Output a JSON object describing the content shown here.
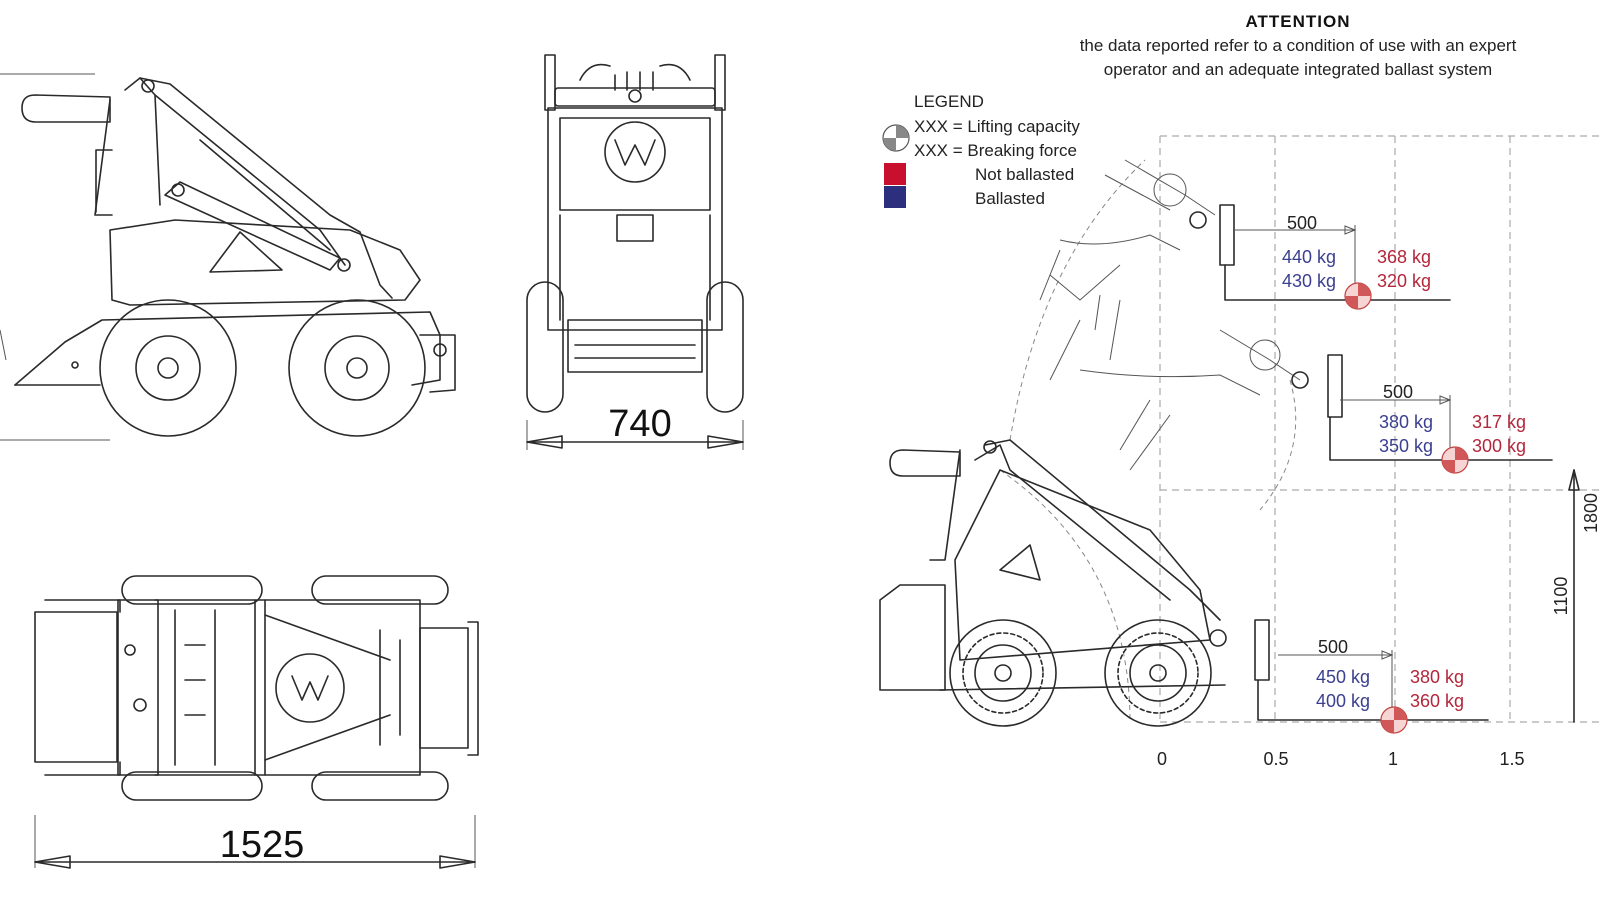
{
  "dimensions": {
    "width": "740",
    "length": "1525",
    "height_1800": "1800",
    "height_1100": "1100"
  },
  "attention": {
    "title": "ATTENTION",
    "line1": "the data reported refer to a condition of use with an expert",
    "line2": "operator and an adequate integrated ballast system"
  },
  "legend": {
    "title": "LEGEND",
    "lifting": "XXX = Lifting capacity",
    "breaking": "XXX = Breaking force",
    "not_ballasted": "Not ballasted",
    "ballasted": "Ballasted"
  },
  "colors": {
    "not_ballasted": "#c8102e",
    "ballasted": "#2b2f7e"
  },
  "load_points": [
    {
      "distance": "500",
      "ballasted_lift": "440 kg",
      "ballasted_break": "430 kg",
      "not_ballasted_lift": "368 kg",
      "not_ballasted_break": "320 kg"
    },
    {
      "distance": "500",
      "ballasted_lift": "380 kg",
      "ballasted_break": "350 kg",
      "not_ballasted_lift": "317 kg",
      "not_ballasted_break": "300 kg"
    },
    {
      "distance": "500",
      "ballasted_lift": "450 kg",
      "ballasted_break": "400 kg",
      "not_ballasted_lift": "380 kg",
      "not_ballasted_break": "360 kg"
    }
  ],
  "x_axis": [
    "0",
    "0.5",
    "1",
    "1.5"
  ]
}
